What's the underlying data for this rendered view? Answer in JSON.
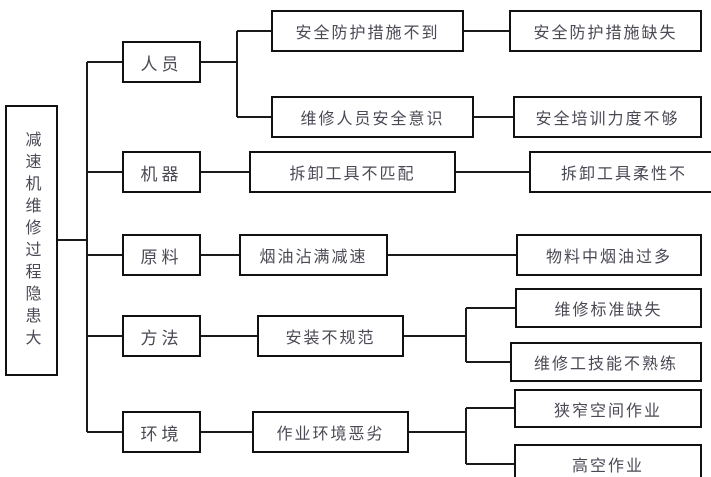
{
  "diagram": {
    "type": "cause-tree",
    "title_node": {
      "label": "减速机维修过程隐患大",
      "orientation": "vertical"
    },
    "line_color": "#111111",
    "text_color": "#4a4a55",
    "background": "#ffffff",
    "branches": [
      {
        "category": "人员",
        "causes": [
          {
            "mid": "安全防护措施不到",
            "leaves": [
              "安全防护措施缺失"
            ]
          },
          {
            "mid": "维修人员安全意识",
            "leaves": [
              "安全培训力度不够"
            ]
          }
        ]
      },
      {
        "category": "机器",
        "causes": [
          {
            "mid": "拆卸工具不匹配",
            "leaves": [
              "拆卸工具柔性不"
            ]
          }
        ]
      },
      {
        "category": "原料",
        "causes": [
          {
            "mid": "烟油沾满减速",
            "leaves": [
              "物料中烟油过多"
            ]
          }
        ]
      },
      {
        "category": "方法",
        "causes": [
          {
            "mid": "安装不规范",
            "leaves": [
              "维修标准缺失",
              "维修工技能不熟练"
            ]
          }
        ]
      },
      {
        "category": "环境",
        "causes": [
          {
            "mid": "作业环境恶劣",
            "leaves": [
              "狭窄空间作业",
              "高空作业"
            ]
          }
        ]
      }
    ]
  }
}
